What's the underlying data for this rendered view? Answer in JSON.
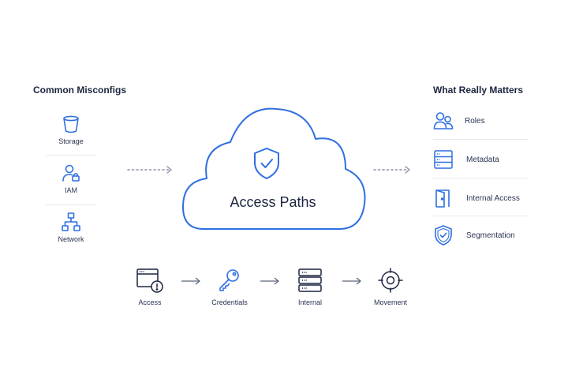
{
  "left_panel": {
    "heading": "Common Misconfigs",
    "items": [
      {
        "label": "Storage",
        "icon": "bucket-icon"
      },
      {
        "label": "IAM",
        "icon": "user-lock-icon"
      },
      {
        "label": "Network",
        "icon": "network-icon"
      }
    ]
  },
  "center": {
    "title": "Access Paths",
    "icon": "shield-check-icon"
  },
  "right_panel": {
    "heading": "What Really Matters",
    "items": [
      {
        "label": "Roles",
        "icon": "users-icon"
      },
      {
        "label": "Metadata",
        "icon": "server-list-icon"
      },
      {
        "label": "Internal Access",
        "icon": "door-icon"
      },
      {
        "label": "Segmentation",
        "icon": "shield-check-icon"
      }
    ]
  },
  "flow": {
    "steps": [
      {
        "label": "Access",
        "icon": "window-alert-icon"
      },
      {
        "label": "Credentials",
        "icon": "key-icon"
      },
      {
        "label": "Internal",
        "icon": "server-stack-icon"
      },
      {
        "label": "Movement",
        "icon": "crosshair-icon"
      }
    ]
  },
  "colors": {
    "accent": "#2f6fe0",
    "ink": "#1c2540",
    "divider": "#e6e9ef"
  }
}
